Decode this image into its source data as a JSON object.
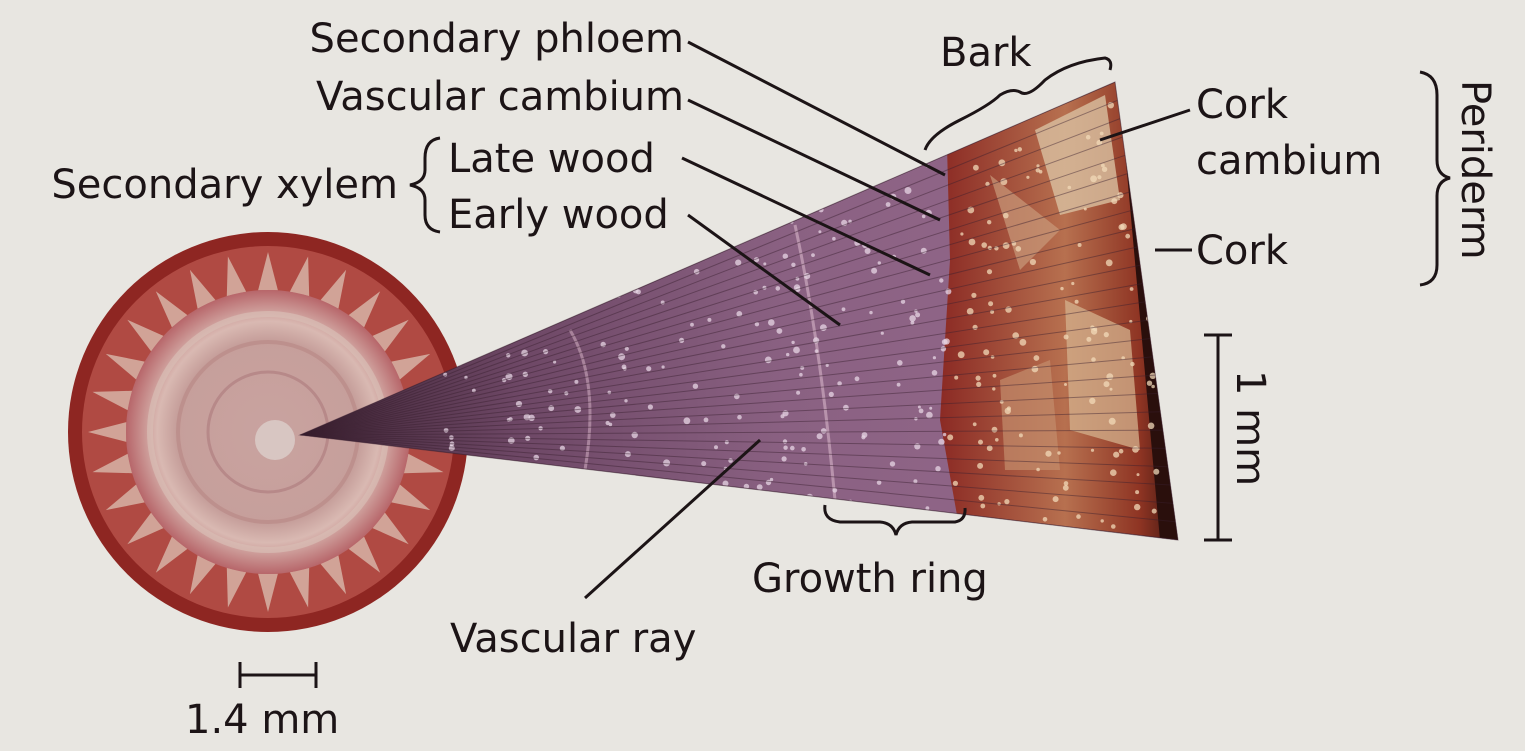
{
  "labels": {
    "secondary_phloem": "Secondary phloem",
    "vascular_cambium": "Vascular cambium",
    "secondary_xylem": "Secondary xylem",
    "late_wood": "Late wood",
    "early_wood": "Early wood",
    "bark": "Bark",
    "cork_cambium_line1": "Cork",
    "cork_cambium_line2": "cambium",
    "cork": "Cork",
    "periderm": "Periderm",
    "growth_ring": "Growth ring",
    "vascular_ray": "Vascular ray"
  },
  "scale_bars": {
    "small": "1.4 mm",
    "large": "1 mm"
  },
  "colors": {
    "background": "#e8e6e1",
    "text": "#1c1416",
    "bark": "#7a1e1c",
    "xylem": "#8a5a7c",
    "cork": "#2a0f0c"
  }
}
